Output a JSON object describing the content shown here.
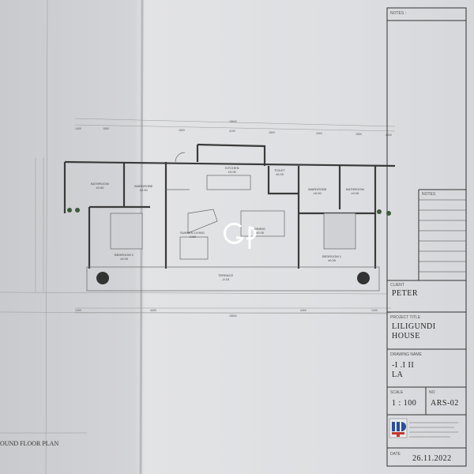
{
  "title_block": {
    "notes_label": "NOTES :",
    "notes_label_2": "NOTES",
    "client_label": "CLIENT",
    "client": "PETER",
    "project_title_label": "PROJECT TITLE",
    "project_title_line1": "LILIGUNDI",
    "project_title_line2": "HOUSE",
    "drawing_name_label": "DRAWING NAME",
    "drawing_name_line1": "-I  .I II",
    "drawing_name_line2": "LA",
    "scale_label": "SCALE",
    "scale": "1 : 100",
    "no_label": "NO",
    "no": "ARS-02",
    "date_label": "DATE",
    "date": "26.11.2022"
  },
  "sheet_title": "OUND FLOOR PLAN",
  "watermark": "GP",
  "rooms": [
    {
      "name": "BATHROOM",
      "level": "±0.00"
    },
    {
      "name": "WARDROBE",
      "level": "±0.00"
    },
    {
      "name": "KITCHEN",
      "level": "±0.00"
    },
    {
      "name": "TOILET",
      "level": "±0.00"
    },
    {
      "name": "WARDROBE",
      "level": "±0.00"
    },
    {
      "name": "BATHROOM",
      "level": "±0.00"
    },
    {
      "name": "BEDROOM 1",
      "level": "±0.00"
    },
    {
      "name": "SUNKEN LIVING",
      "level": "-0.60"
    },
    {
      "name": "DINING",
      "level": "±0.00"
    },
    {
      "name": "BEDROOM 1",
      "level": "±0.00"
    },
    {
      "name": "TERRACE",
      "level": "-0.15"
    }
  ],
  "dimensions": {
    "overall_top": "18600",
    "overall_bottom": "18600",
    "top": [
      "1400",
      "1550",
      "1800",
      "4100",
      "1800",
      "2400",
      "1550",
      "1400"
    ],
    "bottom": [
      "1400",
      "4400",
      "4400",
      "1400"
    ]
  }
}
